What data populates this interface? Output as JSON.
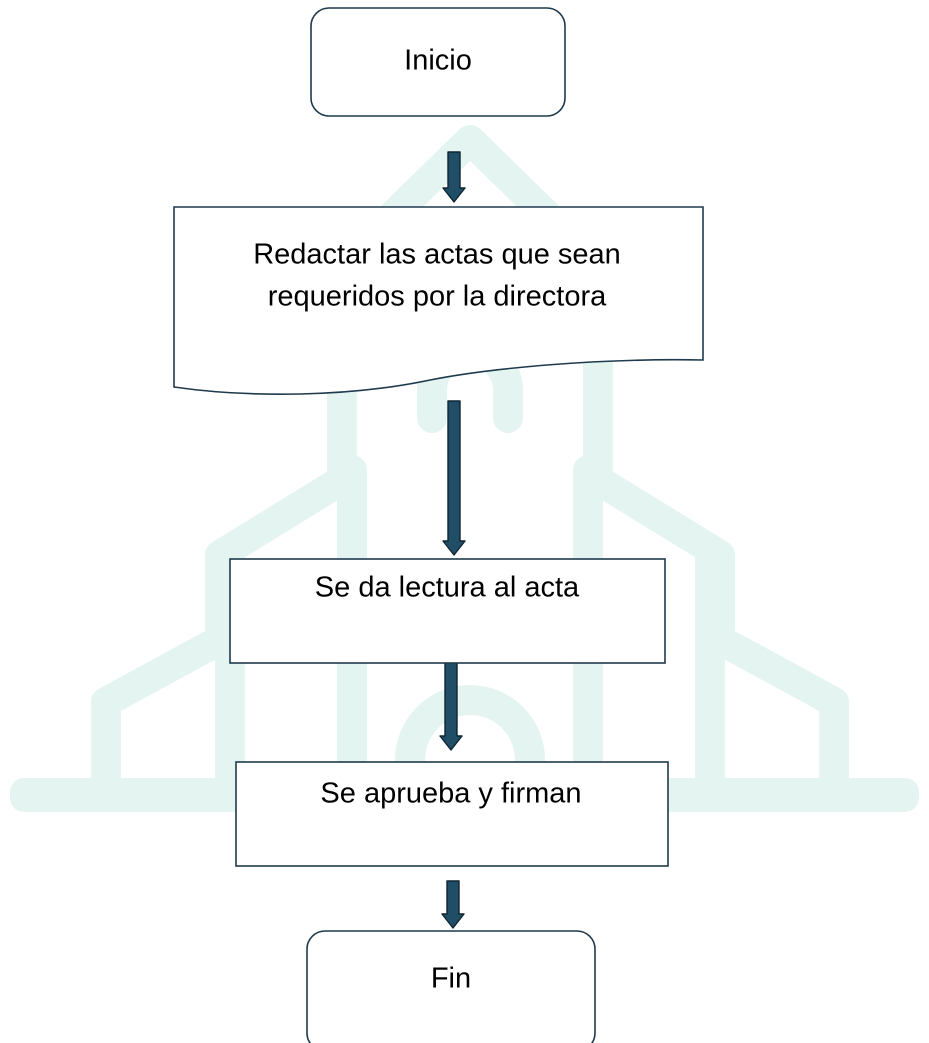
{
  "diagram": {
    "colors": {
      "node_stroke": "#1f3a4d",
      "node_fill": "#ffffff",
      "arrow_fill": "#1f4e66",
      "arrow_stroke": "#0f2532",
      "watermark": "#e4f4f1",
      "text": "#000000"
    },
    "nodes": {
      "inicio": {
        "shape": "terminator",
        "label": "Inicio"
      },
      "redactar": {
        "shape": "document",
        "label_line_1": "Redactar las actas que sean",
        "label_line_2": "requeridos por la directora"
      },
      "lectura": {
        "shape": "process",
        "label": "Se da lectura al acta"
      },
      "aprueba": {
        "shape": "process",
        "label": "Se aprueba y firman"
      },
      "fin": {
        "shape": "terminator",
        "label": "Fin"
      }
    },
    "edges": [
      {
        "from": "inicio",
        "to": "redactar"
      },
      {
        "from": "redactar",
        "to": "lectura"
      },
      {
        "from": "lectura",
        "to": "aprueba"
      },
      {
        "from": "aprueba",
        "to": "fin"
      }
    ]
  }
}
